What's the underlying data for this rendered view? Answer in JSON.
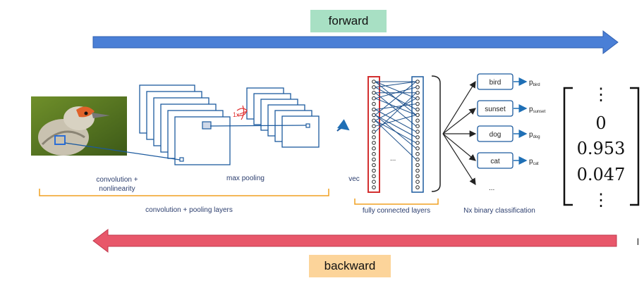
{
  "arrows": {
    "forward_label": "forward",
    "backward_label": "backward",
    "forward_color": "#4a7fd6",
    "backward_color": "#e8576a"
  },
  "cnn": {
    "captions": {
      "conv": [
        "convolution +",
        "nonlinearity"
      ],
      "pool": "max pooling",
      "vec": "vec",
      "conv_pool_layers": "convolution + pooling layers",
      "fc_layers": "fully connected layers",
      "binary": "Nx binary classification",
      "ellipsis": "..."
    },
    "handwritten_note": "1x",
    "classes": [
      {
        "label": "bird",
        "prob_main": "p",
        "prob_sub": "bird"
      },
      {
        "label": "sunset",
        "prob_main": "p",
        "prob_sub": "sunset"
      },
      {
        "label": "dog",
        "prob_main": "p",
        "prob_sub": "dog"
      },
      {
        "label": "cat",
        "prob_main": "p",
        "prob_sub": "cat"
      }
    ]
  },
  "output_vector": [
    "⋮",
    "0",
    "0.953",
    "0.047",
    "⋮"
  ],
  "edge_text": "l"
}
